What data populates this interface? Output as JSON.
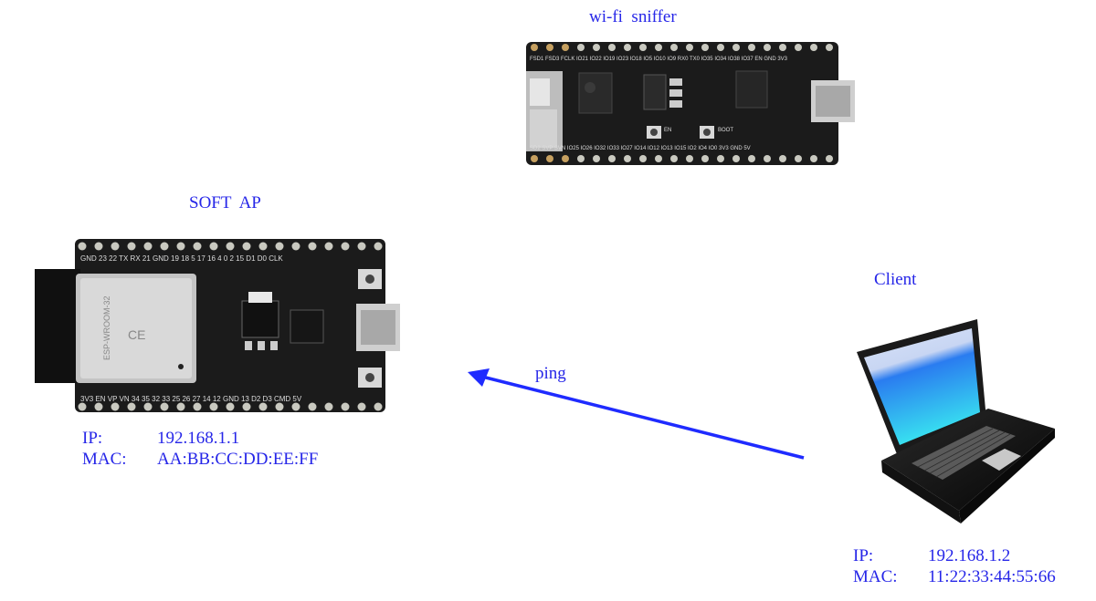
{
  "nodes": {
    "sniffer": {
      "title": "wi-fi  sniffer"
    },
    "soft_ap": {
      "title": "SOFT  AP",
      "ip_label": "IP:",
      "ip": "192.168.1.1",
      "mac_label": "MAC:",
      "mac": "AA:BB:CC:DD:EE:FF"
    },
    "client": {
      "title": "Client",
      "ip_label": "IP:",
      "ip": "192.168.1.2",
      "mac_label": "MAC:",
      "mac": "11:22:33:44:55:66"
    }
  },
  "edges": [
    {
      "from": "client",
      "to": "soft_ap",
      "label": "ping"
    }
  ],
  "colors": {
    "label": "#2626e8",
    "arrow": "#1f2bff",
    "pcb": "#1a1a1a"
  }
}
